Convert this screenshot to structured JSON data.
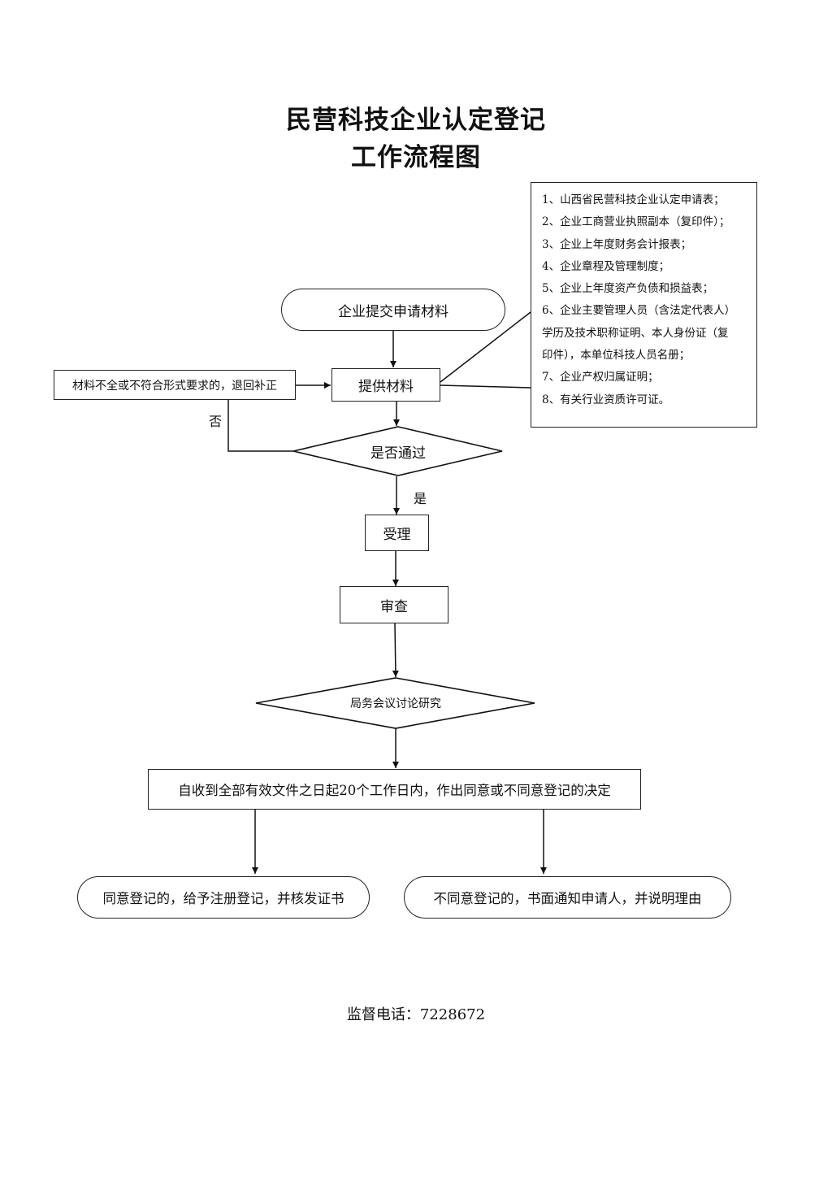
{
  "title": {
    "line1": "民营科技企业认定登记",
    "line2": "工作流程图"
  },
  "nodes": {
    "submit": "企业提交申请材料",
    "provide": "提供材料",
    "reject": "材料不全或不符合形式要求的，退回补正",
    "check": "是否通过",
    "accept": "受理",
    "review": "审查",
    "meeting": "局务会议讨论研究",
    "decision": "自收到全部有效文件之日起20个工作日内，作出同意或不同意登记的决定",
    "approve": "同意登记的，给予注册登记，并核发证书",
    "deny": "不同意登记的，书面通知申请人，并说明理由"
  },
  "edge_labels": {
    "no": "否",
    "yes": "是"
  },
  "documents": [
    "1、山西省民营科技企业认定申请表；",
    "2、企业工商营业执照副本（复印件）；",
    "3、企业上年度财务会计报表；",
    "4、企业章程及管理制度；",
    "5、企业上年度资产负债和损益表；",
    "6、企业主要管理人员（含法定代表人）",
    "学历及技术职称证明、本人身份证（复",
    "印件），本单位科技人员名册；",
    "7、企业产权归属证明；",
    "8、有关行业资质许可证。"
  ],
  "footer": "监督电话：7228672"
}
